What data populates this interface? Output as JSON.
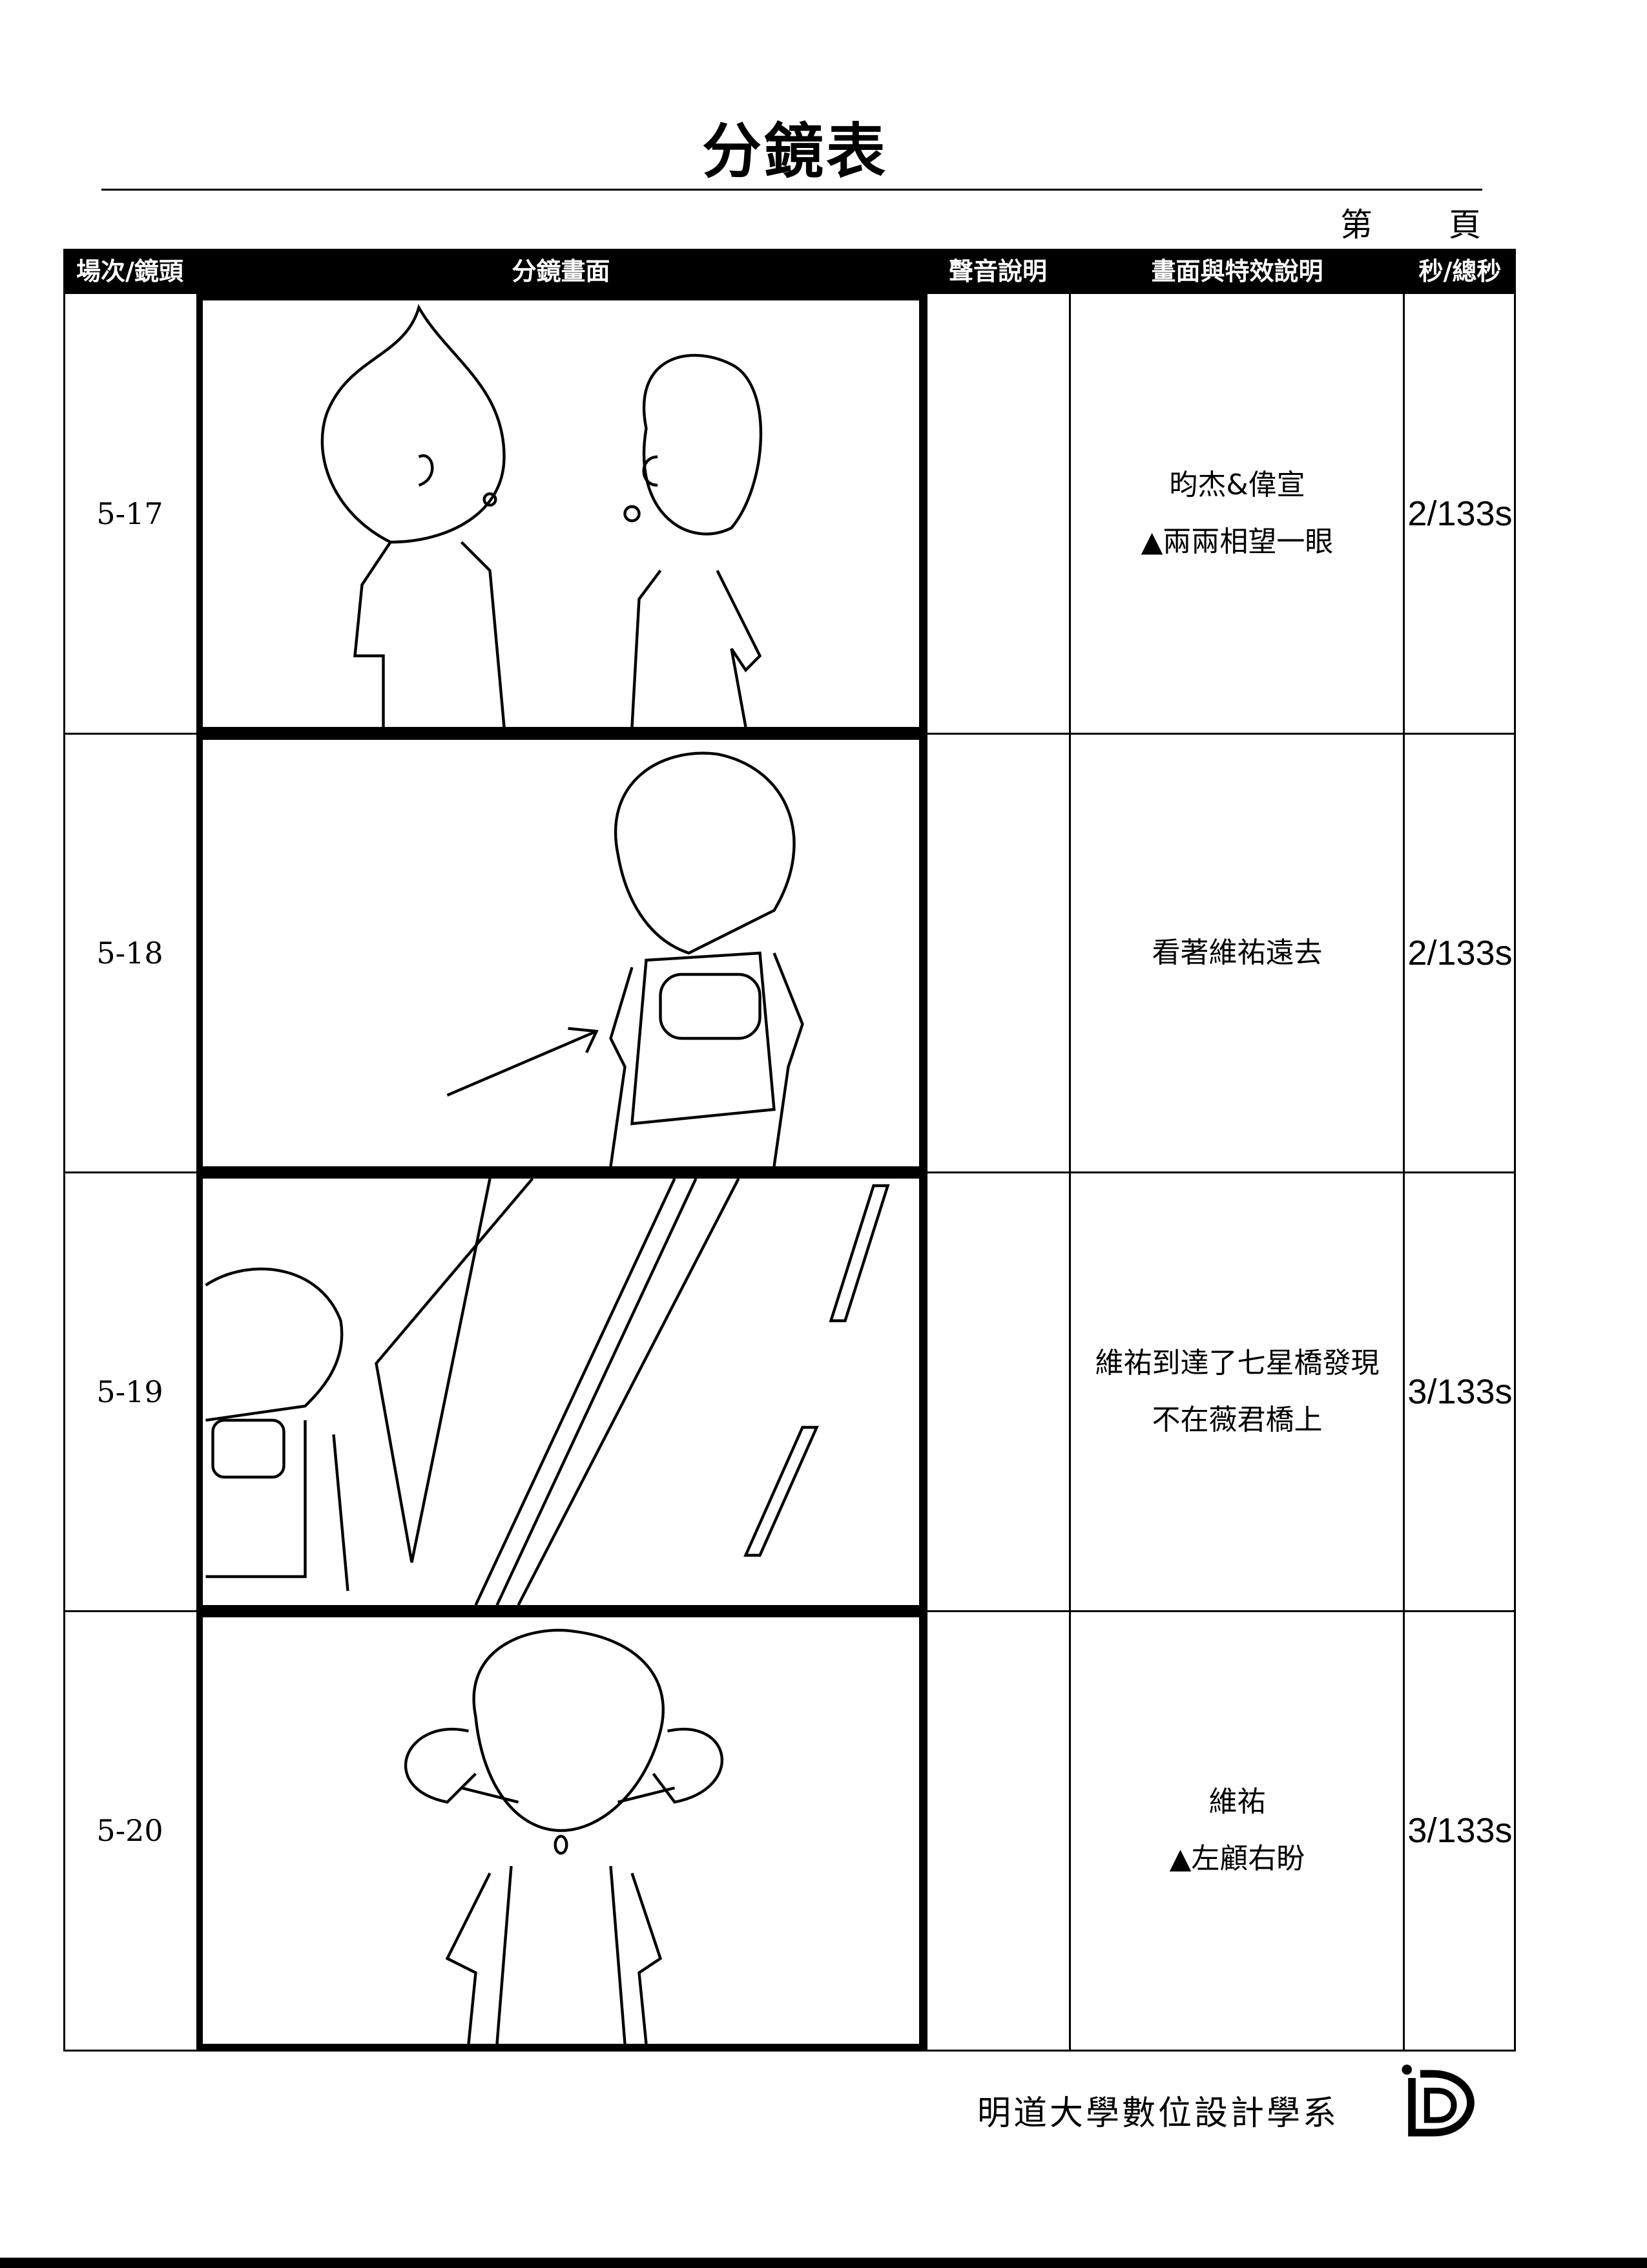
{
  "title": "分鏡表",
  "page_label": {
    "prefix": "第",
    "suffix": "頁"
  },
  "header": {
    "scene_shot": "場次/鏡頭",
    "frame": "分鏡畫面",
    "sound": "聲音說明",
    "description": "畫面與特效說明",
    "time": "秒/總秒"
  },
  "rows": [
    {
      "scene": "5-17",
      "sound": "",
      "desc": [
        "昀杰&偉宣",
        "▲兩兩相望一眼"
      ],
      "time": "2/133s"
    },
    {
      "scene": "5-18",
      "sound": "",
      "desc": [
        "看著維祐遠去",
        ""
      ],
      "time": "2/133s"
    },
    {
      "scene": "5-19",
      "sound": "",
      "desc": [
        "維祐到達了七星橋發現",
        "不在薇君橋上"
      ],
      "time": "3/133s"
    },
    {
      "scene": "5-20",
      "sound": "",
      "desc": [
        "維祐",
        "▲左顧右盼"
      ],
      "time": "3/133s"
    }
  ],
  "footer": {
    "department": "明道大學數位設計學系",
    "logo_text": "D"
  }
}
